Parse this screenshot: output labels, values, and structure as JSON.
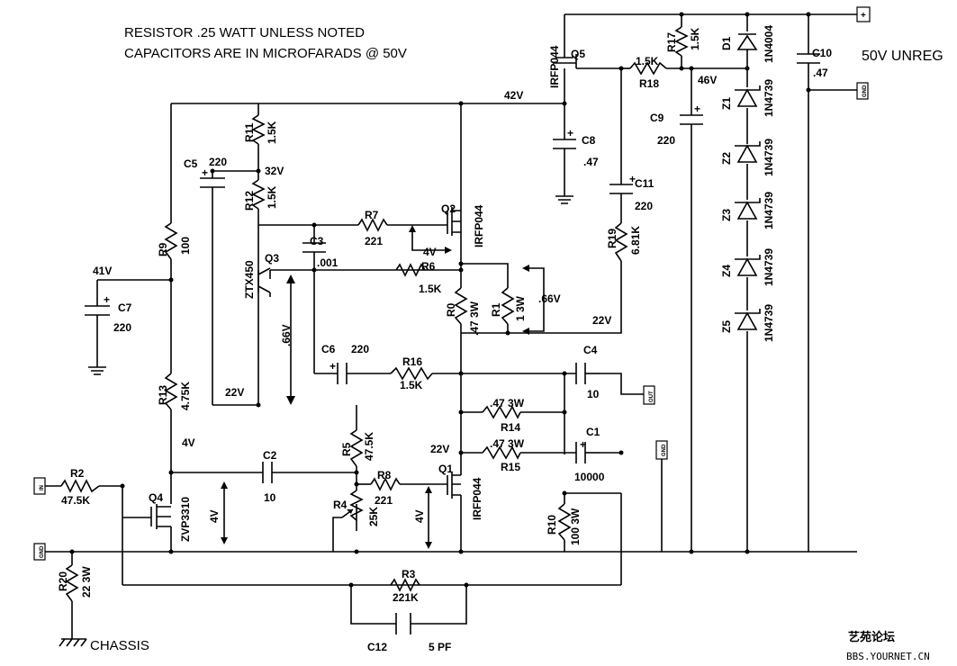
{
  "notes": {
    "line1": "RESISTOR .25 WATT UNLESS NOTED",
    "line2": "CAPACITORS ARE IN MICROFARADS @ 50V",
    "supply": "50V UNREG"
  },
  "components": {
    "R2": {
      "ref": "R2",
      "value": "47.5K"
    },
    "R3": {
      "ref": "R3",
      "value": "221K"
    },
    "R4": {
      "ref": "R4",
      "value": "25K"
    },
    "R5": {
      "ref": "R5",
      "value": "47.5K"
    },
    "R6": {
      "ref": "R6",
      "value": "1.5K"
    },
    "R7": {
      "ref": "R7",
      "value": "221"
    },
    "R8": {
      "ref": "R8",
      "value": "221"
    },
    "R9": {
      "ref": "R9",
      "value": "100"
    },
    "R10": {
      "ref": "R10",
      "value": "100 3W"
    },
    "R11": {
      "ref": "R11",
      "value": "1.5K"
    },
    "R12": {
      "ref": "R12",
      "value": "1.5K"
    },
    "R13": {
      "ref": "R13",
      "value": "4.75K"
    },
    "R14": {
      "ref": "R14",
      "value": ".47 3W"
    },
    "R15": {
      "ref": "R15",
      "value": ".47 3W"
    },
    "R16": {
      "ref": "R16",
      "value": "1.5K"
    },
    "R17": {
      "ref": "R17",
      "value": "1.5K"
    },
    "R18": {
      "ref": "R18",
      "value": "1.5K"
    },
    "R19": {
      "ref": "R19",
      "value": "6.81K"
    },
    "R20": {
      "ref": "R20",
      "value": "22 3W"
    },
    "R0": {
      "ref": "R0",
      "value": ".47 3W"
    },
    "R1": {
      "ref": "R1",
      "value": "1 3W"
    },
    "C1": {
      "ref": "C1",
      "value": "10000"
    },
    "C2": {
      "ref": "C2",
      "value": "10"
    },
    "C3": {
      "ref": "C3",
      "value": ".001"
    },
    "C4": {
      "ref": "C4",
      "value": "10"
    },
    "C5": {
      "ref": "C5",
      "value": "220"
    },
    "C6": {
      "ref": "C6",
      "value": "220"
    },
    "C7": {
      "ref": "C7",
      "value": "220"
    },
    "C8": {
      "ref": "C8",
      "value": ".47"
    },
    "C9": {
      "ref": "C9",
      "value": "220"
    },
    "C10": {
      "ref": "C10",
      "value": ".47"
    },
    "C11": {
      "ref": "C11",
      "value": "220"
    },
    "C12": {
      "ref": "C12",
      "value": "5 PF"
    },
    "Q1": {
      "ref": "Q1",
      "part": "IRFP044"
    },
    "Q2": {
      "ref": "Q2",
      "part": "IRFP044"
    },
    "Q3": {
      "ref": "Q3",
      "part": "ZTX450"
    },
    "Q4": {
      "ref": "Q4",
      "part": "ZVP3310"
    },
    "Q5": {
      "ref": "Q5",
      "part": "IRFP044"
    },
    "D1": {
      "ref": "D1",
      "part": "1N4004"
    },
    "Z1": {
      "ref": "Z1",
      "part": "1N4739"
    },
    "Z2": {
      "ref": "Z2",
      "part": "1N4739"
    },
    "Z3": {
      "ref": "Z3",
      "part": "1N4739"
    },
    "Z4": {
      "ref": "Z4",
      "part": "1N4739"
    },
    "Z5": {
      "ref": "Z5",
      "part": "1N4739"
    }
  },
  "voltages": {
    "v42": "42V",
    "v46": "46V",
    "v32": "32V",
    "v41": "41V",
    "v22a": "22V",
    "v22b": "22V",
    "v22c": "22V",
    "v4a": "4V",
    "v4b": "4V",
    "v4c": "4V",
    "v4d": "4V",
    "v66a": ".66V",
    "v66b": ".66V"
  },
  "connectors": {
    "in_left": "IN",
    "gnd_left": "GND",
    "plus_top": "+",
    "gnd_top": "GND",
    "out": "OUT",
    "gnd_right": "GND"
  },
  "chassis": "CHASSIS",
  "watermark": {
    "line1": "艺苑论坛",
    "line2": "BBS.YOURNET.CN"
  }
}
